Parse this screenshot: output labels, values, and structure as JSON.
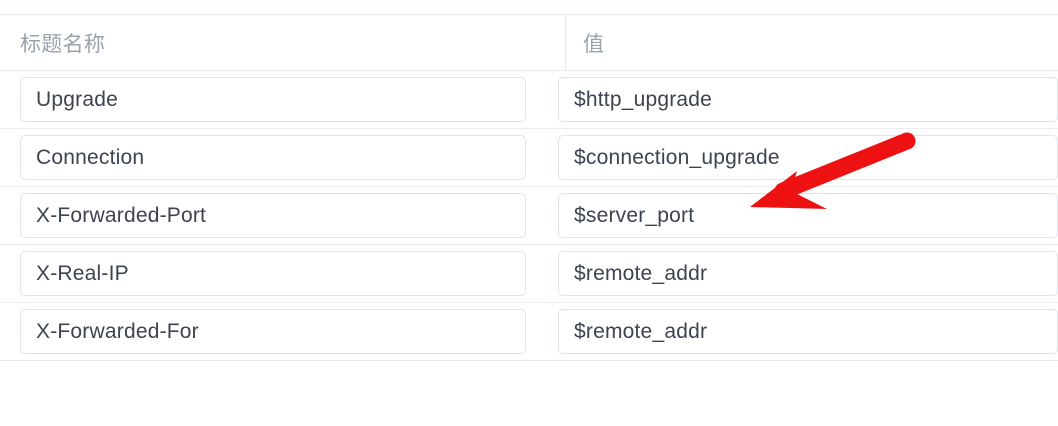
{
  "table": {
    "columns": [
      {
        "key": "name",
        "label": "标题名称"
      },
      {
        "key": "value",
        "label": "值"
      }
    ],
    "rows": [
      {
        "name": "Upgrade",
        "value": "$http_upgrade"
      },
      {
        "name": "Connection",
        "value": "$connection_upgrade"
      },
      {
        "name": "X-Forwarded-Port",
        "value": "$server_port"
      },
      {
        "name": "X-Real-IP",
        "value": "$remote_addr"
      },
      {
        "name": "X-Forwarded-For",
        "value": "$remote_addr"
      }
    ]
  },
  "annotation": {
    "arrow_color": "#ee1111",
    "points_to_row": 3,
    "points_to_field": "$server_port"
  },
  "colors": {
    "header_text": "#9aa2ad",
    "field_text": "#3d4350",
    "field_border": "#dfe4ec",
    "row_divider": "#e9edf3",
    "accent_red": "#ee1111",
    "background": "#ffffff"
  }
}
